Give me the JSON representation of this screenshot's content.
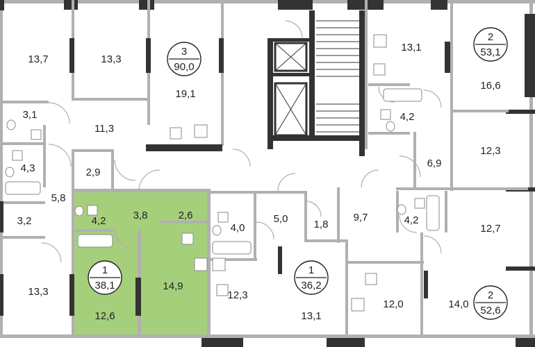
{
  "title": "Floor plan",
  "colors": {
    "selected_apartment": "#a6cf7b",
    "wall": "#b0b0b0",
    "window_block": "#333333"
  },
  "apartments": [
    {
      "id": "apt-3",
      "rooms_count": "3",
      "total_area": "90,0"
    },
    {
      "id": "apt-2-top",
      "rooms_count": "2",
      "total_area": "53,1"
    },
    {
      "id": "apt-1-selected",
      "rooms_count": "1",
      "total_area": "38,1"
    },
    {
      "id": "apt-1-mid",
      "rooms_count": "1",
      "total_area": "36,2"
    },
    {
      "id": "apt-2-bottom",
      "rooms_count": "2",
      "total_area": "52,6"
    }
  ],
  "rooms": [
    "13,7",
    "13,3",
    "19,1",
    "13,1",
    "16,6",
    "3,1",
    "11,3",
    "4,2",
    "4,3",
    "2,9",
    "6,9",
    "12,3",
    "5,8",
    "3,2",
    "4,2",
    "3,8",
    "2,6",
    "4,0",
    "5,0",
    "1,8",
    "9,7",
    "4,2",
    "12,7",
    "13,3",
    "12,6",
    "14,9",
    "12,3",
    "13,1",
    "12,0",
    "14,0"
  ]
}
